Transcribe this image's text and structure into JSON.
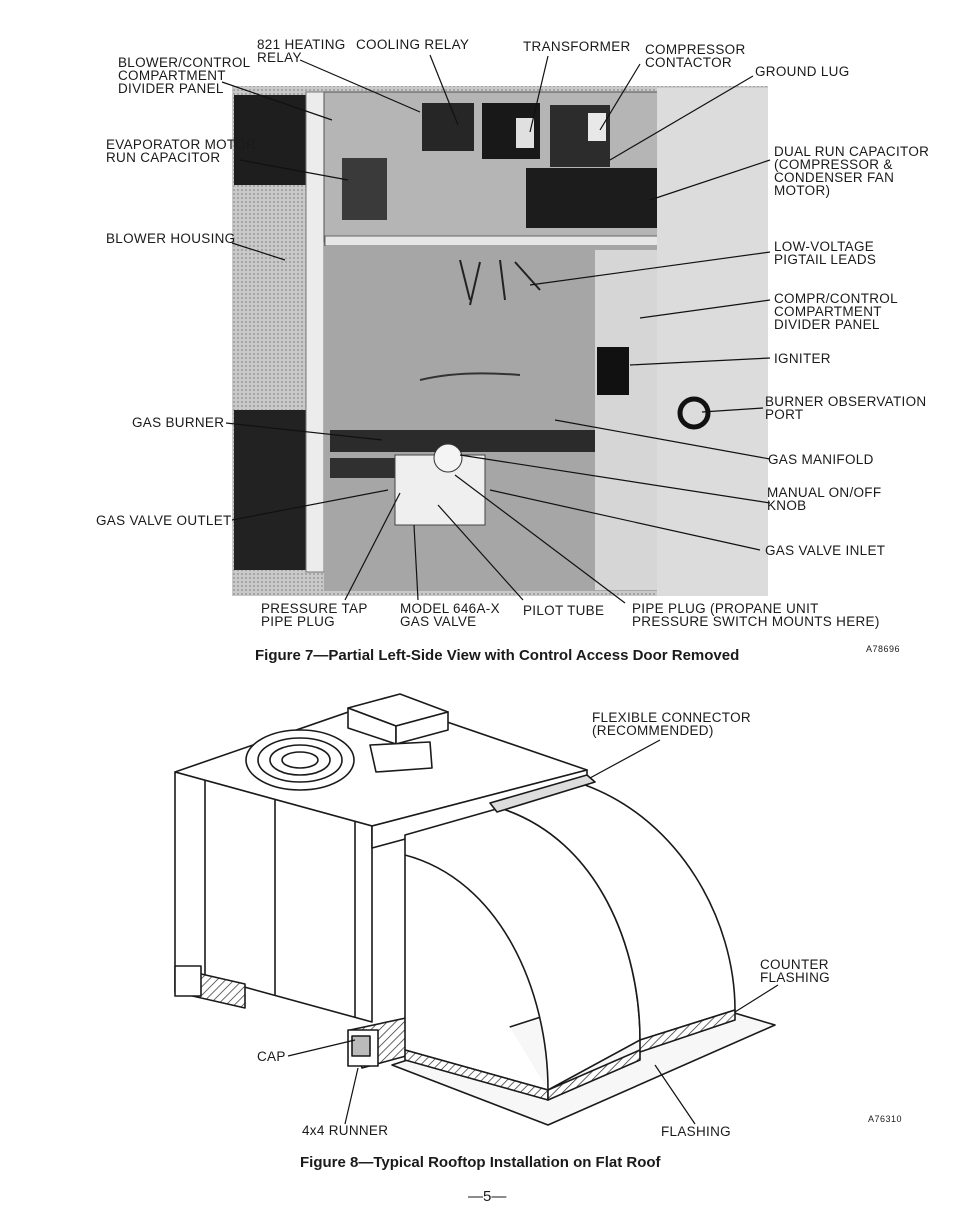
{
  "figure7": {
    "labels": {
      "blower_control_divider": "BLOWER/CONTROL\nCOMPARTMENT\nDIVIDER PANEL",
      "heating_relay": "821 HEATING\nRELAY",
      "cooling_relay": "COOLING RELAY",
      "transformer": "TRANSFORMER",
      "compressor_contactor": "COMPRESSOR\nCONTACTOR",
      "ground_lug": "GROUND LUG",
      "evap_motor_cap": "EVAPORATOR MOTOR\nRUN CAPACITOR",
      "dual_run_cap": "DUAL RUN CAPACITOR\n(COMPRESSOR &\nCONDENSER FAN\nMOTOR)",
      "blower_housing": "BLOWER HOUSING",
      "low_voltage_leads": "LOW-VOLTAGE\nPIGTAIL LEADS",
      "compr_control_divider": "COMPR/CONTROL\nCOMPARTMENT\nDIVIDER PANEL",
      "igniter": "IGNITER",
      "burner_obs_port": "BURNER OBSERVATION\nPORT",
      "gas_burner": "GAS BURNER",
      "gas_manifold": "GAS MANIFOLD",
      "manual_knob": "MANUAL ON/OFF\nKNOB",
      "gas_valve_outlet": "GAS VALVE OUTLET",
      "gas_valve_inlet": "GAS VALVE INLET",
      "pressure_tap": "PRESSURE TAP\nPIPE PLUG",
      "model_valve": "MODEL 646A-X\nGAS VALVE",
      "pilot_tube": "PILOT TUBE",
      "pipe_plug": "PIPE PLUG (PROPANE UNIT\nPRESSURE SWITCH MOUNTS HERE)"
    },
    "caption": "Figure 7—Partial Left-Side View with Control Access Door Removed",
    "code": "A78696"
  },
  "figure8": {
    "labels": {
      "flexible_connector": "FLEXIBLE CONNECTOR\n(RECOMMENDED)",
      "counter_flashing": "COUNTER\nFLASHING",
      "cap": "CAP",
      "runner": "4x4 RUNNER",
      "flashing": "FLASHING"
    },
    "caption": "Figure 8—Typical Rooftop Installation on Flat Roof",
    "code": "A76310"
  },
  "page_number": "—5—"
}
